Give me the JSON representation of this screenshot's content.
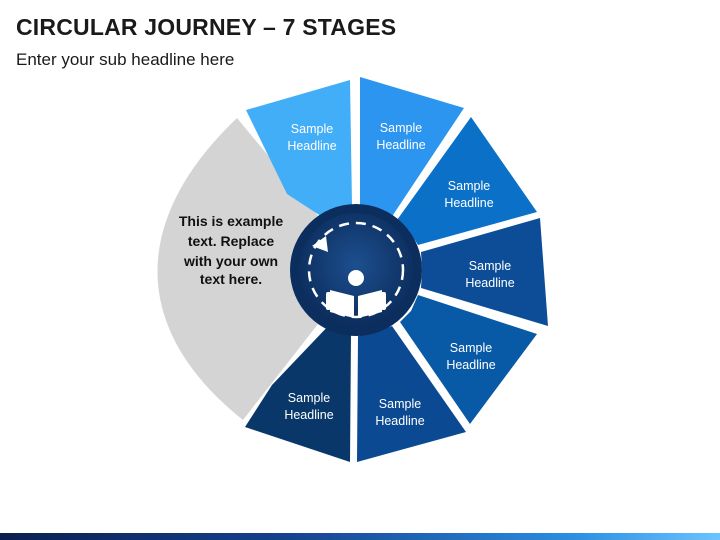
{
  "title": "CIRCULAR JOURNEY – 7 STAGES",
  "subtitle": "Enter your sub headline here",
  "center_text": [
    "This is example",
    "text. Replace",
    "with your own",
    "text here."
  ],
  "center_icon": "reading-person-icon",
  "segments": [
    {
      "line1": "Sample",
      "line2": "Headline",
      "color": "#43aef8"
    },
    {
      "line1": "Sample",
      "line2": "Headline",
      "color": "#2b95f0"
    },
    {
      "line1": "Sample",
      "line2": "Headline",
      "color": "#0a70c8"
    },
    {
      "line1": "Sample",
      "line2": "Headline",
      "color": "#0d4d98"
    },
    {
      "line1": "Sample",
      "line2": "Headline",
      "color": "#095aa6"
    },
    {
      "line1": "Sample",
      "line2": "Headline",
      "color": "#0b4a93"
    },
    {
      "line1": "Sample",
      "line2": "Headline",
      "color": "#0a376a"
    }
  ],
  "colors": {
    "text_panel": "#d4d4d4",
    "hub_outer": "#0b2e5e",
    "hub_inner": "#15407a",
    "segment_text": "#ffffff",
    "panel_text": "#111111"
  }
}
